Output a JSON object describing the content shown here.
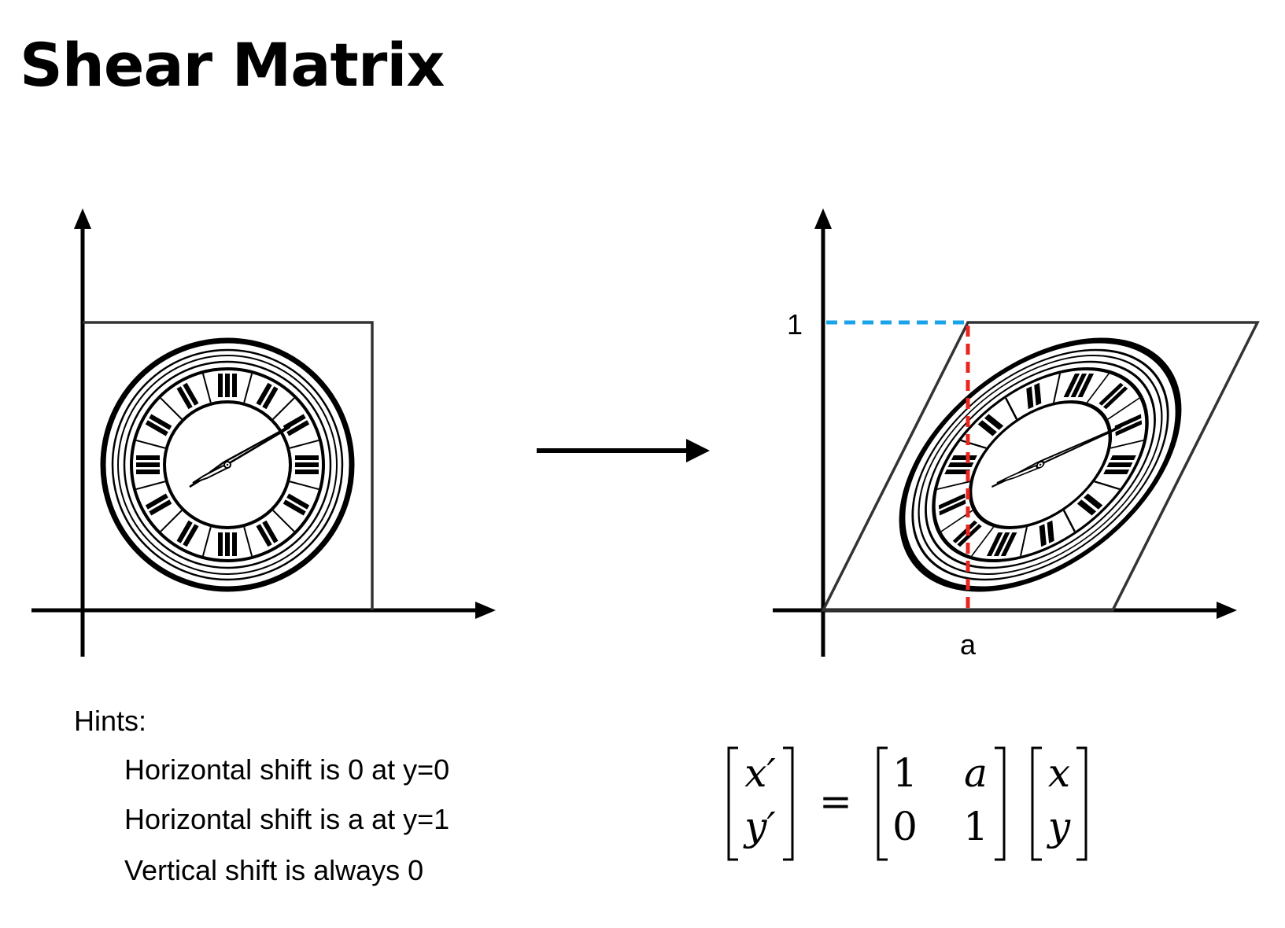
{
  "title": "Shear Matrix",
  "diagram": {
    "label_one": "1",
    "label_a": "a",
    "colors": {
      "axis": "#000000",
      "frame": "#333333",
      "guide_horizontal": "#1aa3e8",
      "guide_vertical": "#e8261f"
    }
  },
  "hints": {
    "heading": "Hints:",
    "items": [
      "Horizontal shift is 0 at y=0",
      "Horizontal shift is a at y=1",
      "Vertical shift is always 0"
    ]
  },
  "equation": {
    "lhs": [
      "x′",
      "y′"
    ],
    "equals": "=",
    "matrix": [
      [
        "1",
        "a"
      ],
      [
        "0",
        "1"
      ]
    ],
    "rhs": [
      "x",
      "y"
    ]
  }
}
